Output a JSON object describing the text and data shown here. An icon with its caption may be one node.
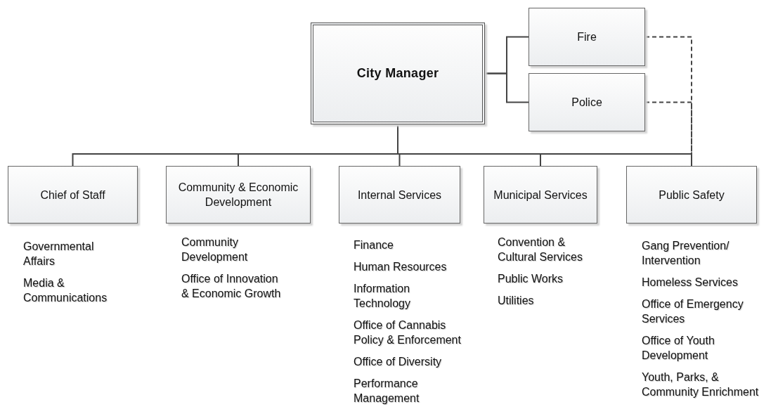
{
  "diagram": {
    "nodes": [
      {
        "text": [
          "City Manager"
        ]
      },
      {
        "text": [
          "Fire"
        ]
      },
      {
        "text": [
          "Police"
        ]
      },
      {
        "text": [
          "Chief of Staff"
        ],
        "beside": [
          "Governmental Affairs",
          "Media & Communications"
        ]
      },
      {
        "text": [
          "Community & Economic Development"
        ],
        "beside": [
          "Community Development",
          "Office of Innovation & Economic Growth"
        ]
      },
      {
        "text": [
          "Internal Services"
        ],
        "beside": [
          "Finance",
          "Human Resources",
          "Information Technology",
          "Office of Cannabis Policy & Enforcement",
          "Office of Diversity",
          "Performance Management"
        ]
      },
      {
        "text": [
          "Municipal Services"
        ],
        "beside": [
          "Convention & Cultural Services",
          "Public Works",
          "Utilities"
        ]
      },
      {
        "text": [
          "Public Safety"
        ],
        "beside": [
          "Gang Prevention/ Intervention",
          "Homeless Services",
          "Office of Emergency Services",
          "Office of Youth Development",
          "Youth, Parks, & Community Enrichment"
        ]
      }
    ],
    "edges": [
      {
        "from": 0,
        "to": 1,
        "arrow": "none"
      },
      {
        "from": 0,
        "to": 2,
        "arrow": "none"
      },
      {
        "from": 0,
        "to": 3,
        "arrow": "none"
      },
      {
        "from": 0,
        "to": 4,
        "arrow": "none"
      },
      {
        "from": 0,
        "to": 5,
        "arrow": "none"
      },
      {
        "from": 0,
        "to": 6,
        "arrow": "none"
      },
      {
        "from": 0,
        "to": 7,
        "arrow": "none"
      },
      {
        "from": 1,
        "to": 7,
        "arrow": "none",
        "style": "dashed"
      },
      {
        "from": 2,
        "to": 7,
        "arrow": "none",
        "style": "dashed"
      }
    ]
  }
}
